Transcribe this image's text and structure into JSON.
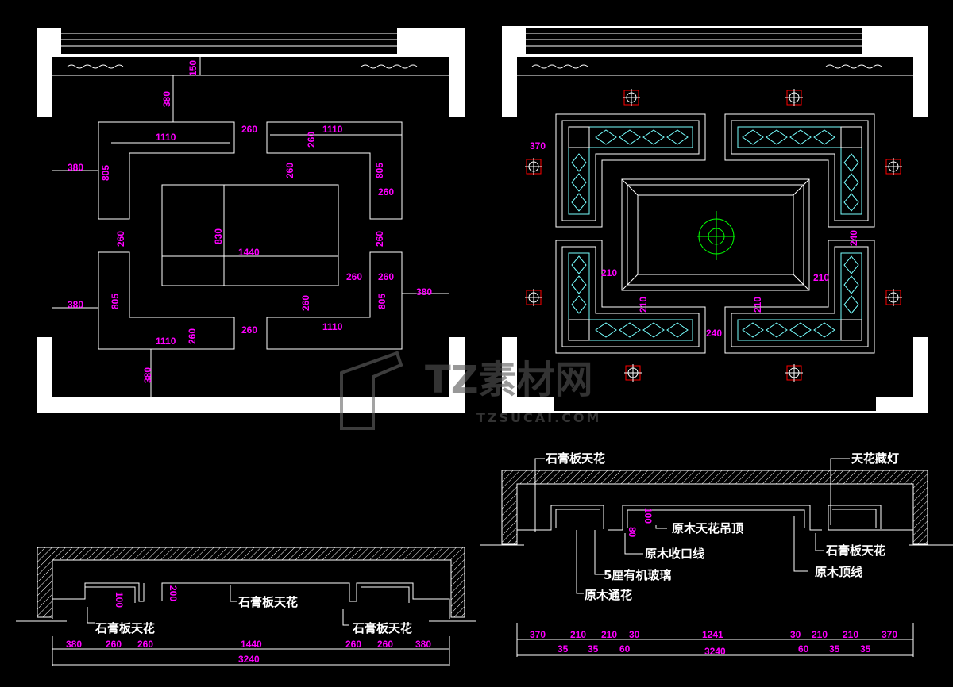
{
  "plan_left": {
    "dims": [
      "150",
      "380",
      "1110",
      "260",
      "1110",
      "260",
      "380",
      "805",
      "260",
      "805",
      "260",
      "260",
      "830",
      "1440",
      "260",
      "260",
      "260",
      "380",
      "805",
      "260",
      "805",
      "380",
      "260",
      "1110",
      "1110",
      "260",
      "380"
    ]
  },
  "plan_right": {
    "dims": [
      "370",
      "240",
      "210",
      "210",
      "210",
      "210",
      "240"
    ]
  },
  "section_left": {
    "labels": [
      "石膏板天花",
      "石膏板天花",
      "石膏板天花"
    ],
    "dims_vertical": [
      "100",
      "200"
    ],
    "dims_row": [
      "380",
      "260",
      "260",
      "1440",
      "260",
      "260",
      "380"
    ],
    "total": "3240"
  },
  "section_right": {
    "labels": [
      "石膏板天花",
      "天花藏灯",
      "原木天花吊顶",
      "原木收口线",
      "5厘有机玻璃",
      "原木通花",
      "石膏板天花",
      "原木顶线"
    ],
    "dims_vertical": [
      "100",
      "80"
    ],
    "dims_row_top": [
      "370",
      "210",
      "210",
      "30",
      "1241",
      "30",
      "210",
      "210",
      "370"
    ],
    "dims_row_bottom": [
      "35",
      "35",
      "60",
      "60",
      "35",
      "35"
    ],
    "total": "3240"
  },
  "watermark": {
    "logo": "TZ素材网",
    "url": "TZSUCAI.COM"
  },
  "colors": {
    "dimension": "#ff00ff",
    "line": "#ffffff",
    "lattice": "#77ffff",
    "light": "#00ff00",
    "fixture": "#ff0000"
  }
}
